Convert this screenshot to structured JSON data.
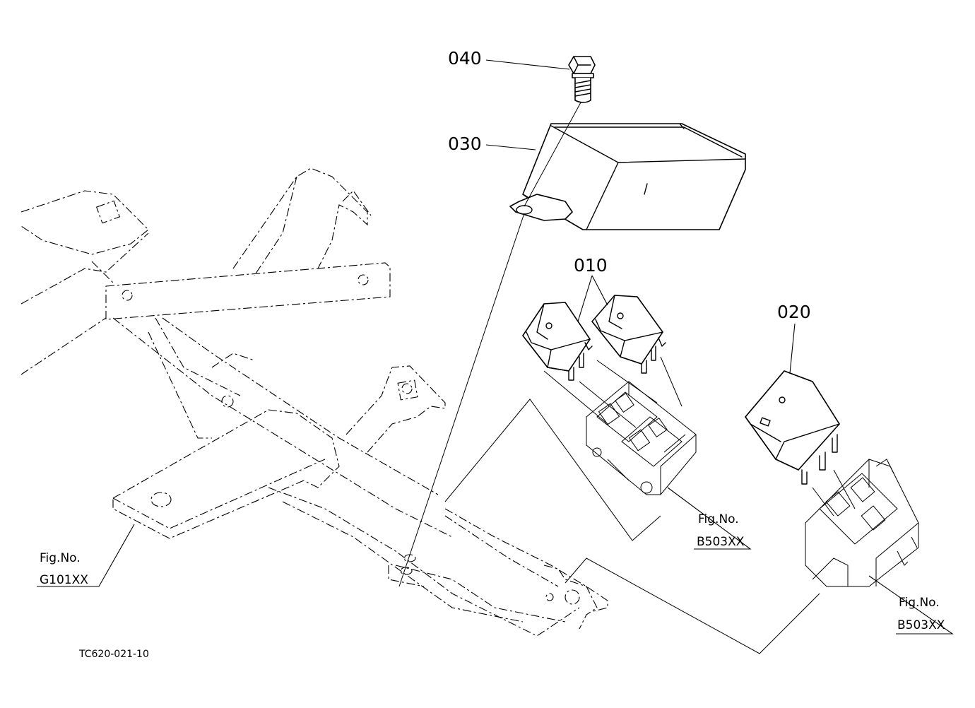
{
  "parts": {
    "p040": "040",
    "p030": "030",
    "p010": "010",
    "p020": "020"
  },
  "references": {
    "ref_g101": {
      "prefix": "Fig.No.",
      "code": "G101XX"
    },
    "ref_b503_a": {
      "prefix": "Fig.No.",
      "code": "B503XX"
    },
    "ref_b503_b": {
      "prefix": "Fig.No.",
      "code": "B503XX"
    }
  },
  "drawing_code": "TC620-021-10"
}
